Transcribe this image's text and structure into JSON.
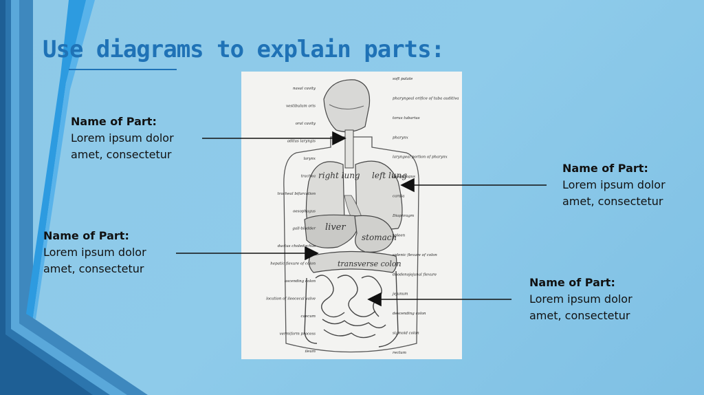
{
  "slide": {
    "title": "Use diagrams to explain parts:"
  },
  "diagram": {
    "organ_labels": {
      "right_lung": "right lung",
      "left_lung": "left lung",
      "liver": "liver",
      "stomach": "stomach",
      "transverse_colon": "transverse colon"
    },
    "left_annotations": [
      "nasal cavity",
      "vestibulum oris",
      "oral cavity",
      "aditus laryngis",
      "larynx",
      "trachea",
      "tracheal bifurcation",
      "oesophagus",
      "gall-bladder",
      "ductus choledochus",
      "hepatic flexure of colon",
      "ascending colon",
      "location of ileocecal valve",
      "caecum",
      "vermiform process",
      "ileum"
    ],
    "right_annotations": [
      "soft palate",
      "pharyngeal orifice of tuba auditiva",
      "torus tubarius",
      "pharynx",
      "laryngeal portion of pharynx",
      "oesophagus",
      "cardia",
      "Diaphragm",
      "spleen",
      "splenic flexure of colon",
      "duodenojejunal flexure",
      "jejunum",
      "descending colon",
      "sigmoid colon",
      "rectum"
    ]
  },
  "callouts": [
    {
      "name": "Name of Part:",
      "desc": "Lorem ipsum dolor amet, consectetur"
    },
    {
      "name": "Name of Part:",
      "desc": "Lorem ipsum dolor amet, consectetur"
    },
    {
      "name": "Name of Part:",
      "desc": "Lorem ipsum dolor amet, consectetur"
    },
    {
      "name": "Name of Part:",
      "desc": "Lorem ipsum dolor amet, consectetur"
    }
  ],
  "colors": {
    "accent": "#1f72b6",
    "background": "#8ecbea"
  }
}
